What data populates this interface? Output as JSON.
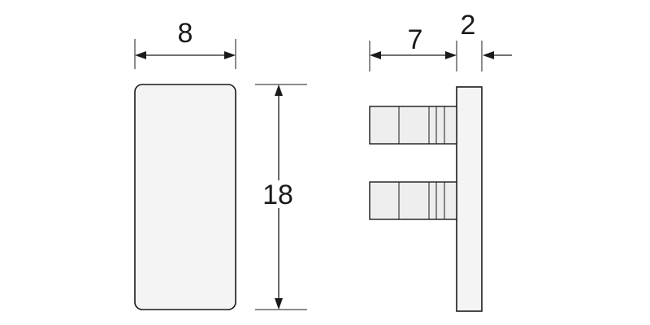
{
  "dimensions": {
    "front_width": "8",
    "height": "18",
    "pin_length": "7",
    "plate_thickness": "2"
  }
}
